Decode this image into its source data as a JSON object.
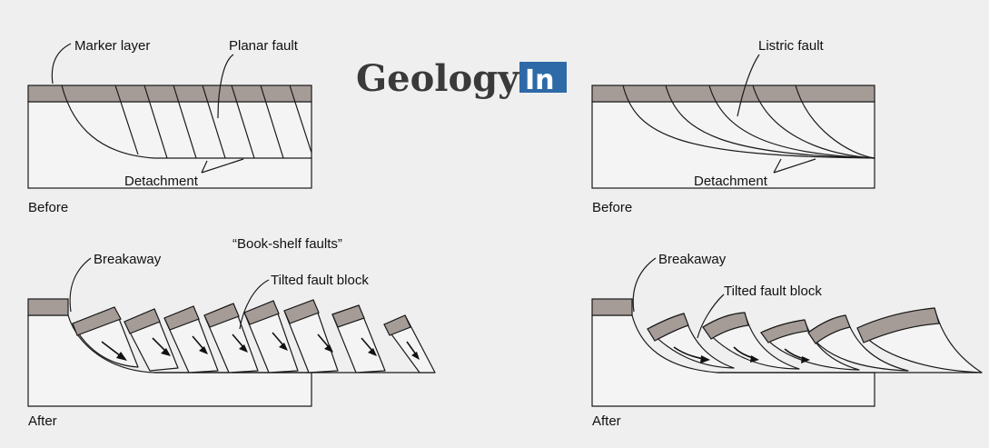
{
  "logo": {
    "word": "Geology",
    "badge": "In",
    "badge_color": "#2e6aa8",
    "word_color": "#3a3a3a"
  },
  "colors": {
    "background": "#efefef",
    "marker_layer": "#a59c97",
    "line": "#1a1a1a"
  },
  "planar": {
    "before": {
      "caption": "Before",
      "marker_label": "Marker layer",
      "fault_label": "Planar fault",
      "detachment_label": "Detachment"
    },
    "after": {
      "caption": "After",
      "breakaway_label": "Breakaway",
      "bookshelf_label": "“Book-shelf faults”",
      "block_label": "Tilted fault block"
    }
  },
  "listric": {
    "before": {
      "caption": "Before",
      "fault_label": "Listric fault",
      "detachment_label": "Detachment"
    },
    "after": {
      "caption": "After",
      "breakaway_label": "Breakaway",
      "block_label": "Tilted fault block"
    }
  }
}
